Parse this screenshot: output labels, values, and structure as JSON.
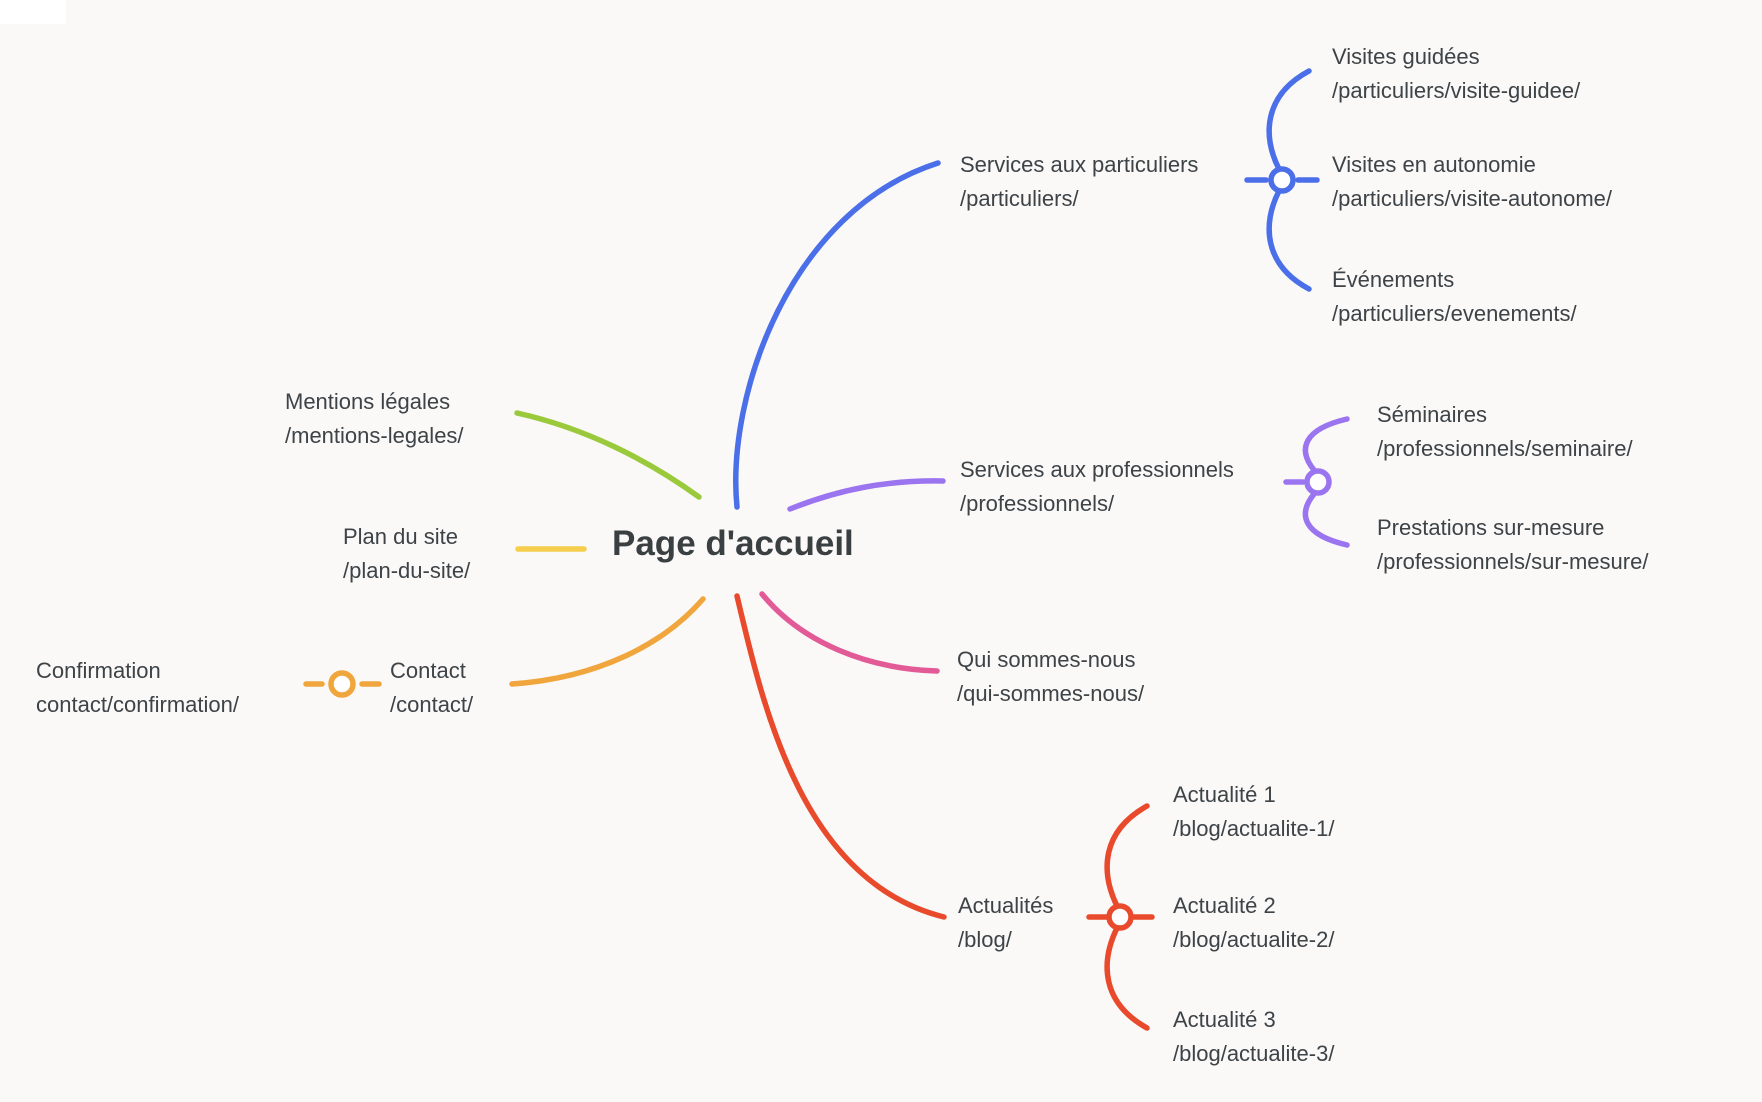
{
  "diagram_title": "Sitemap mind map",
  "colors": {
    "green": "#9ACA3C",
    "yellow": "#F5CE4B",
    "orange": "#F0A63C",
    "blue": "#4A6FE8",
    "purple": "#9B74F0",
    "pink": "#E25B97",
    "red": "#E94A2C",
    "text": "#3D4347",
    "junction_fill": "#FFFFFF"
  },
  "nodes": {
    "home": {
      "label": "Page d'accueil"
    },
    "mentions_legales": {
      "label": "Mentions légales",
      "url": "/mentions-legales/"
    },
    "plan_du_site": {
      "label": "Plan du site",
      "url": "/plan-du-site/"
    },
    "contact": {
      "label": "Contact",
      "url": "/contact/"
    },
    "confirmation": {
      "label": "Confirmation",
      "url": "contact/confirmation/"
    },
    "particuliers": {
      "label": "Services aux particuliers",
      "url": "/particuliers/"
    },
    "visites_guidees": {
      "label": "Visites guidées",
      "url": "/particuliers/visite-guidee/"
    },
    "visites_autonomie": {
      "label": "Visites en autonomie",
      "url": "/particuliers/visite-autonome/"
    },
    "evenements": {
      "label": "Événements",
      "url": "/particuliers/evenements/"
    },
    "professionnels": {
      "label": "Services aux professionnels",
      "url": "/professionnels/"
    },
    "seminaires": {
      "label": "Séminaires",
      "url": "/professionnels/seminaire/"
    },
    "prestations": {
      "label": "Prestations sur-mesure",
      "url": "/professionnels/sur-mesure/"
    },
    "qui_sommes_nous": {
      "label": "Qui sommes-nous",
      "url": "/qui-sommes-nous/"
    },
    "actualites": {
      "label": "Actualités",
      "url": "/blog/"
    },
    "actualite_1": {
      "label": "Actualité 1",
      "url": "/blog/actualite-1/"
    },
    "actualite_2": {
      "label": "Actualité 2",
      "url": "/blog/actualite-2/"
    },
    "actualite_3": {
      "label": "Actualité 3",
      "url": "/blog/actualite-3/"
    }
  }
}
